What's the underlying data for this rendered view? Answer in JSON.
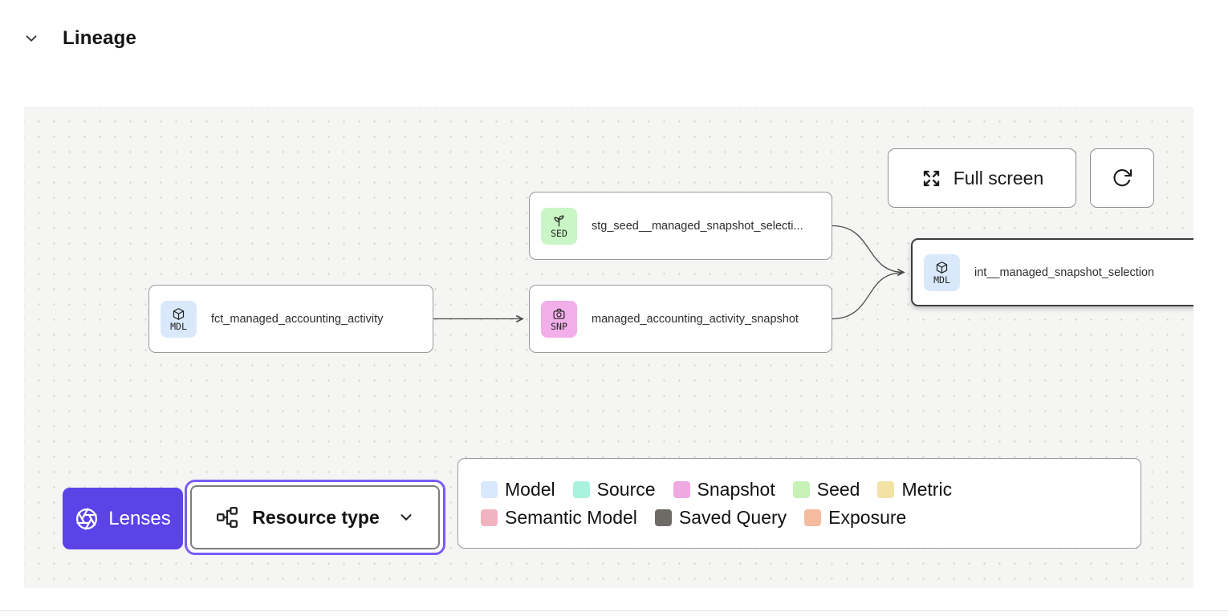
{
  "header": {
    "title": "Lineage"
  },
  "canvas": {
    "toolbar": {
      "fullscreen_label": "Full screen"
    },
    "nodes": [
      {
        "badge": "SED",
        "badge_color": "#c9f6c4",
        "label": "stg_seed__managed_snapshot_selecti..."
      },
      {
        "badge": "MDL",
        "badge_color": "#d9e9fb",
        "label": "fct_managed_accounting_activity"
      },
      {
        "badge": "SNP",
        "badge_color": "#f2aee9",
        "label": "managed_accounting_activity_snapshot"
      },
      {
        "badge": "MDL",
        "badge_color": "#d9e9fb",
        "label": "int__managed_snapshot_selection",
        "selected": true
      }
    ]
  },
  "lenses": {
    "label": "Lenses",
    "color": "#5b43e8"
  },
  "resource_type": {
    "label": "Resource type"
  },
  "legend": {
    "items": [
      {
        "label": "Model",
        "color": "#d9e8fc"
      },
      {
        "label": "Source",
        "color": "#a9f2dd"
      },
      {
        "label": "Snapshot",
        "color": "#f0a8e3"
      },
      {
        "label": "Seed",
        "color": "#c6f2b8"
      },
      {
        "label": "Metric",
        "color": "#f2e3a5"
      },
      {
        "label": "Semantic Model",
        "color": "#f2b3c1"
      },
      {
        "label": "Saved Query",
        "color": "#6e6a66"
      },
      {
        "label": "Exposure",
        "color": "#f5bb9e"
      }
    ]
  }
}
